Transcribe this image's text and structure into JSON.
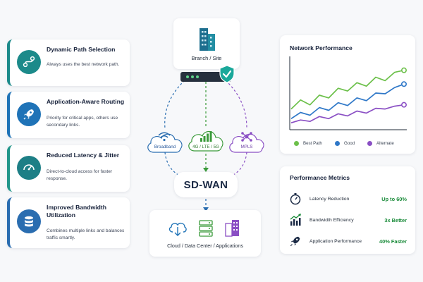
{
  "features": [
    {
      "title": "Dynamic Path Selection",
      "desc": "Always uses the best network path.",
      "color": "#1c8a8a",
      "icon": "route-icon"
    },
    {
      "title": "Application-Aware Routing",
      "desc": "Priority for critical apps, others use secondary links.",
      "color": "#1f73b7",
      "icon": "rocket-icon"
    },
    {
      "title": "Reduced Latency & Jitter",
      "desc": "Direct-to-cloud access for faster response.",
      "color": "#21968a",
      "icon": "speedometer-icon"
    },
    {
      "title": "Improved Bandwidth Utilization",
      "desc": "Combines multiple links and balances traffic smartly.",
      "color": "#2a6db0",
      "icon": "database-icon"
    }
  ],
  "site": {
    "label": "Branch / Site",
    "icon": "building-icon"
  },
  "links": [
    {
      "label": "Broadband",
      "color": "#2a6db0",
      "icon": "wifi-icon"
    },
    {
      "label": "4G / LTE / 5G",
      "color": "#3a9a3a",
      "icon": "signal-bars-icon"
    },
    {
      "label": "MPLS",
      "color": "#8a4fc4",
      "icon": "network-icon"
    }
  ],
  "hub": {
    "label": "SD-WAN"
  },
  "destination": {
    "label": "Cloud / Data Center / Applications",
    "icons": [
      "cloud-sync-icon",
      "server-icon",
      "buildings-icon"
    ]
  },
  "performance": {
    "title": "Network Performance"
  },
  "chart_data": {
    "type": "line",
    "title": "Network Performance",
    "x": [
      0,
      1,
      2,
      3,
      4,
      5,
      6,
      7,
      8,
      9,
      10,
      11,
      12
    ],
    "ylim": [
      0,
      100
    ],
    "series": [
      {
        "name": "Best Path",
        "color": "#6cc04a",
        "values": [
          28,
          41,
          34,
          48,
          44,
          58,
          54,
          66,
          61,
          74,
          69,
          81,
          84
        ]
      },
      {
        "name": "Good",
        "color": "#2f78c8",
        "values": [
          14,
          23,
          19,
          30,
          26,
          37,
          33,
          44,
          40,
          51,
          50,
          59,
          64
        ]
      },
      {
        "name": "Alternate",
        "color": "#8a4fc4",
        "values": [
          8,
          12,
          10,
          17,
          14,
          21,
          18,
          25,
          22,
          29,
          28,
          32,
          34
        ]
      }
    ],
    "grid": false,
    "legend": "bottom"
  },
  "metrics": {
    "title": "Performance Metrics",
    "items": [
      {
        "label": "Latency Reduction",
        "value": "Up to 60%",
        "icon": "stopwatch-icon"
      },
      {
        "label": "Bandwidth Efficiency",
        "value": "3x Better",
        "icon": "growth-chart-icon"
      },
      {
        "label": "Application Performance",
        "value": "40% Faster",
        "icon": "rocket-icon"
      }
    ]
  }
}
